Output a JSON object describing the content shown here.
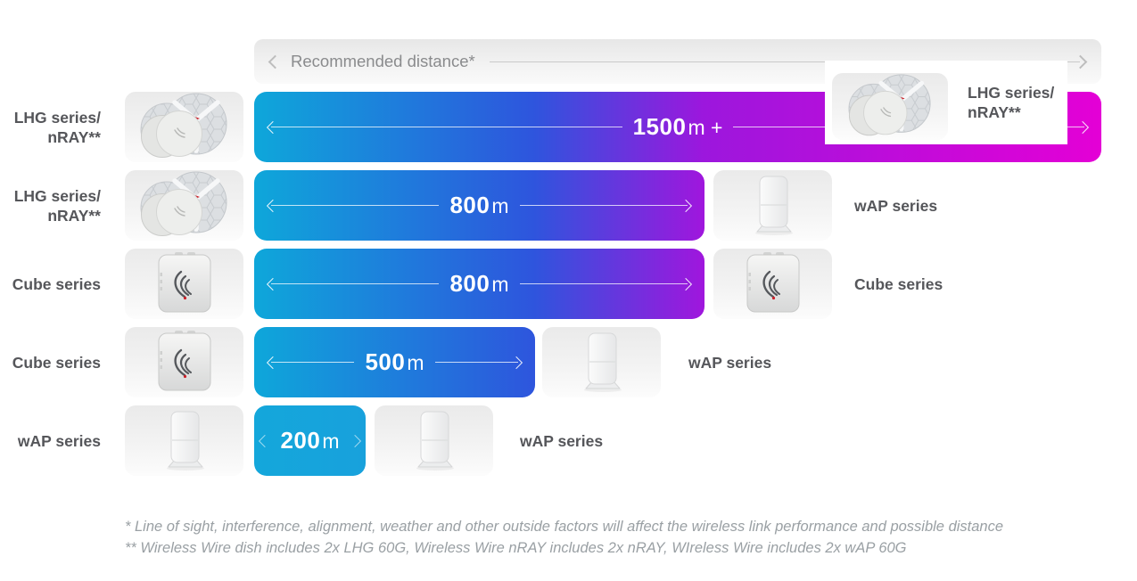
{
  "header": {
    "label": "Recommended distance*"
  },
  "colors": {
    "bar_cyan": "#0EA7DA",
    "bar_blue": "#2E55DD",
    "bar_purple": "#A016DD",
    "bar_magenta": "#E400D6",
    "label_text": "#55565A",
    "note_text": "#9AA0A4",
    "accent_red": "#CC1F28"
  },
  "rows": [
    {
      "left": {
        "line1": "LHG series/",
        "line2": "nRAY**"
      },
      "bar": {
        "value": "1500",
        "unit": "m +",
        "distance_m": 1500
      },
      "right": {
        "line1": "LHG series/",
        "line2": "nRAY**"
      }
    },
    {
      "left": {
        "line1": "LHG series/",
        "line2": "nRAY**"
      },
      "bar": {
        "value": "800",
        "unit": "m",
        "distance_m": 800
      },
      "right": {
        "line1": "wAP series"
      }
    },
    {
      "left": {
        "line1": "Cube series"
      },
      "bar": {
        "value": "800",
        "unit": "m",
        "distance_m": 800
      },
      "right": {
        "line1": "Cube series"
      }
    },
    {
      "left": {
        "line1": "Cube series"
      },
      "bar": {
        "value": "500",
        "unit": "m",
        "distance_m": 500
      },
      "right": {
        "line1": "wAP series"
      }
    },
    {
      "left": {
        "line1": "wAP series"
      },
      "bar": {
        "value": "200",
        "unit": "m",
        "distance_m": 200
      },
      "right": {
        "line1": "wAP series"
      }
    }
  ],
  "footnotes": [
    "* Line of sight, interference, alignment, weather and other outside factors will affect the wireless link performance and possible distance",
    "** Wireless Wire dish includes 2x LHG 60G, Wireless Wire nRAY includes 2x nRAY, WIreless Wire includes 2x wAP 60G"
  ],
  "chart_data": {
    "type": "bar",
    "orientation": "horizontal",
    "title": "Recommended distance*",
    "categories": [
      "LHG series/nRAY** to LHG series/nRAY**",
      "LHG series/nRAY** to wAP series",
      "Cube series to Cube series",
      "Cube series to wAP series",
      "wAP series to wAP series"
    ],
    "values": [
      1500,
      800,
      800,
      500,
      200
    ],
    "value_labels": [
      "1500m +",
      "800m",
      "800m",
      "500m",
      "200m"
    ],
    "unit": "m",
    "xlabel": "",
    "ylabel": "",
    "legend": false,
    "notes": [
      "* Line of sight, interference, alignment, weather and other outside factors will affect the wireless link performance and possible distance",
      "** Wireless Wire dish includes 2x LHG 60G, Wireless Wire nRAY includes 2x nRAY, WIreless Wire includes 2x wAP 60G"
    ]
  }
}
